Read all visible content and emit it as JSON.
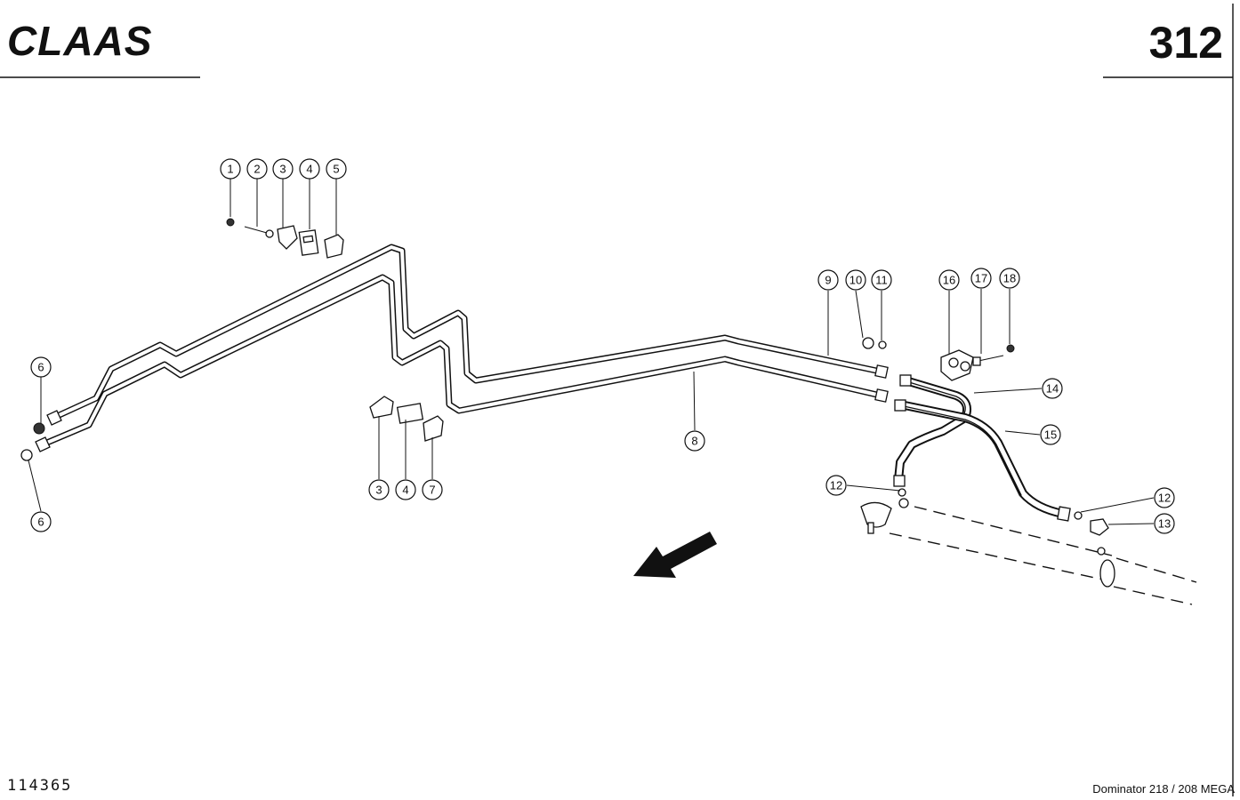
{
  "header": {
    "brand": "CLAAS",
    "page_number": "312"
  },
  "footer": {
    "drawing_number": "114365",
    "model": "Dominator 218 / 208 MEGA"
  },
  "callouts": [
    {
      "id": "c1",
      "label": "1"
    },
    {
      "id": "c2",
      "label": "2"
    },
    {
      "id": "c3a",
      "label": "3"
    },
    {
      "id": "c4a",
      "label": "4"
    },
    {
      "id": "c5",
      "label": "5"
    },
    {
      "id": "c6a",
      "label": "6"
    },
    {
      "id": "c6b",
      "label": "6"
    },
    {
      "id": "c3b",
      "label": "3"
    },
    {
      "id": "c4b",
      "label": "4"
    },
    {
      "id": "c7",
      "label": "7"
    },
    {
      "id": "c8",
      "label": "8"
    },
    {
      "id": "c9",
      "label": "9"
    },
    {
      "id": "c10",
      "label": "10"
    },
    {
      "id": "c11",
      "label": "11"
    },
    {
      "id": "c16",
      "label": "16"
    },
    {
      "id": "c17",
      "label": "17"
    },
    {
      "id": "c18",
      "label": "18"
    },
    {
      "id": "c14",
      "label": "14"
    },
    {
      "id": "c15",
      "label": "15"
    },
    {
      "id": "c12a",
      "label": "12"
    },
    {
      "id": "c12b",
      "label": "12"
    },
    {
      "id": "c13",
      "label": "13"
    }
  ]
}
